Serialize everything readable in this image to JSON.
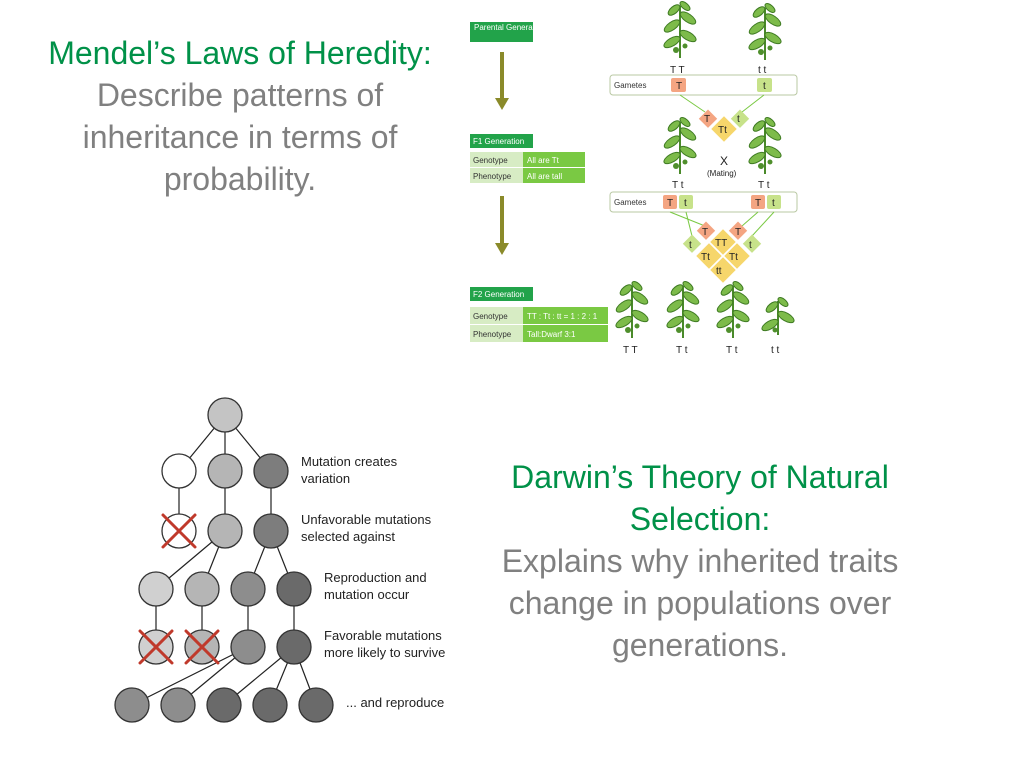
{
  "mendel": {
    "title": "Mendel’s Laws of Heredity:",
    "body": "Describe patterns of inheritance in terms of probability."
  },
  "darwin": {
    "title": "Darwin’s Theory of Natural Selection:",
    "body": "Explains why inherited traits change in populations over generations."
  },
  "genetics": {
    "parental": "Parental Generation",
    "gametes": "Gametes",
    "f1": "F1 Generation",
    "f2": "F2 Generation",
    "genotype": "Genotype",
    "phenotype": "Phenotype",
    "f1_genotype": "All are Tt",
    "f1_phenotype": "All are tall",
    "f2_genotype": "TT : Tt : tt = 1 : 2 : 1",
    "f2_phenotype": "Tall:Dwarf 3:1",
    "mating_x": "X",
    "mating": "(Mating)",
    "TT": "T T",
    "tt": "t t",
    "Tt": "T t",
    "T": "T",
    "t": "t",
    "TTc": "TT",
    "Ttc": "Tt",
    "ttc": "tt"
  },
  "selection": {
    "step1": [
      "Mutation creates",
      "variation"
    ],
    "step2": [
      "Unfavorable mutations",
      "selected against"
    ],
    "step3": [
      "Reproduction and",
      "mutation occur"
    ],
    "step4": [
      "Favorable mutations",
      "more likely to survive"
    ],
    "step5": "... and reproduce"
  },
  "colors": {
    "green_title": "#009148",
    "gray_text": "#808080",
    "gen_label": "#22a34a",
    "allele_T": "#f4a582",
    "allele_t": "#c7e28a",
    "cross": "#c0392b"
  }
}
